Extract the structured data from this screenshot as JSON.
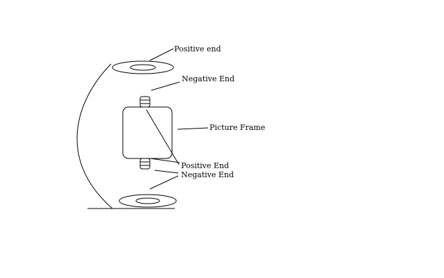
{
  "diagram": {
    "labels": {
      "top_positive": "Positive end",
      "top_negative": "Negative End",
      "picture_frame": "Picture Frame",
      "bottom_positive": "Positive End",
      "bottom_negative": "Negative End"
    }
  }
}
